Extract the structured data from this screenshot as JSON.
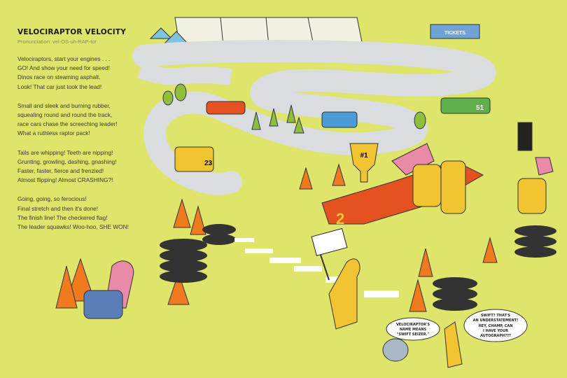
{
  "poem": {
    "title": "VELOCIRAPTOR VELOCITY",
    "pronunciation": "Pronunciation: vel-OS-uh-RAP-tor",
    "stanzas": [
      [
        "Velociraptors, start your engines . . .",
        "GO! And show your need for speed!",
        "Dinos race on steaming asphalt.",
        "Look! That car just took the lead!"
      ],
      [
        "Small and sleek and burning rubber,",
        "squealing round and round the track,",
        "race cars chase the screeching leader!",
        "What a ruthless raptor pack!"
      ],
      [
        "Tails are whipping! Teeth are nipping!",
        "Grunting, growling, dashing, gnashing!",
        "Faster, faster, fierce and frenzied!",
        "Almost flipping! Almost CRASHING?!"
      ],
      [
        "Going, going, so ferocious!",
        "Final stretch and then it's done!",
        "The finish line! The checkered flag!",
        "The leader squawks! Woo-hoo, SHE WON!"
      ]
    ]
  },
  "illustration": {
    "tickets_sign": "TICKETS",
    "trophy_label": "#1",
    "car_numbers": [
      "2",
      "23",
      "51"
    ],
    "bubble_left": [
      "VELOCIRAPTOR'S",
      "NAME MEANS",
      "\"SWIFT SEIZER.\""
    ],
    "bubble_right": [
      "SWIFT? THAT'S",
      "AN UNDERSTATEMENT!",
      "HEY, CHAMP, CAN",
      "I HAVE YOUR",
      "AUTOGRAPH???"
    ]
  },
  "colors": {
    "background": "#dfe46a",
    "track": "#d9dde0",
    "cone": "#f07a1e",
    "dino": "#e98aa6",
    "suit": "#f2c431",
    "car": "#e4521f"
  }
}
